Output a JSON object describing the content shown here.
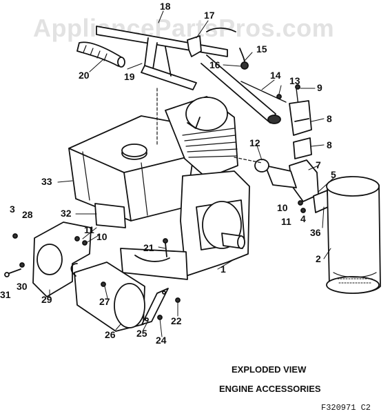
{
  "watermark": "AppliancePartsPros.com",
  "caption": {
    "line1": "EXPLODED VIEW",
    "line2": "ENGINE ACCESSORIES"
  },
  "drawing_code": "F320971  C2",
  "callouts": {
    "c1": "1",
    "c2": "2",
    "c3": "3",
    "c4": "4",
    "c5": "5",
    "c7": "7",
    "c8a": "8",
    "c8b": "8",
    "c9": "9",
    "c10a": "10",
    "c10b": "10",
    "c11a": "11",
    "c11b": "11",
    "c12": "12",
    "c13": "13",
    "c14": "14",
    "c15": "15",
    "c16": "16",
    "c17": "17",
    "c18": "18",
    "c19": "19",
    "c20": "20",
    "c21": "21",
    "c22": "22",
    "c24": "24",
    "c25": "25",
    "c26": "26",
    "c27": "27",
    "c28": "28",
    "c29": "29",
    "c30": "30",
    "c31": "31",
    "c32": "32",
    "c33": "33",
    "c36": "36"
  }
}
